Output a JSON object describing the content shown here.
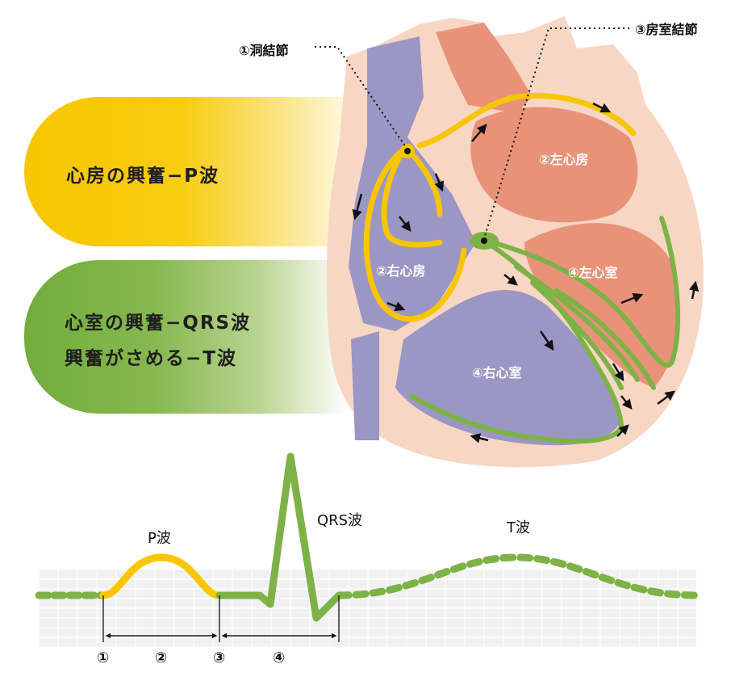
{
  "legend": {
    "atrial_excitation": "心房の興奮−P波",
    "ventricular_excitation": "心室の興奮−QRS波",
    "repolarization": "興奮がさめる−T波"
  },
  "heart_labels": {
    "sa_node": "①洞結節",
    "av_node": "③房室結節",
    "left_atrium": "②左心房",
    "right_atrium": "②右心房",
    "left_ventricle": "④左心室",
    "right_ventricle": "④右心室"
  },
  "ecg": {
    "p_wave": "P波",
    "qrs_wave": "QRS波",
    "t_wave": "T波",
    "markers": [
      "①",
      "②",
      "③",
      "④"
    ]
  },
  "colors": {
    "atria_yellow": "#f7c600",
    "ventricle_green": "#7db246",
    "heart_pink": "#f7d6c4",
    "atrium_salmon": "#e9927a",
    "vessel_purple": "#9b96c4"
  }
}
